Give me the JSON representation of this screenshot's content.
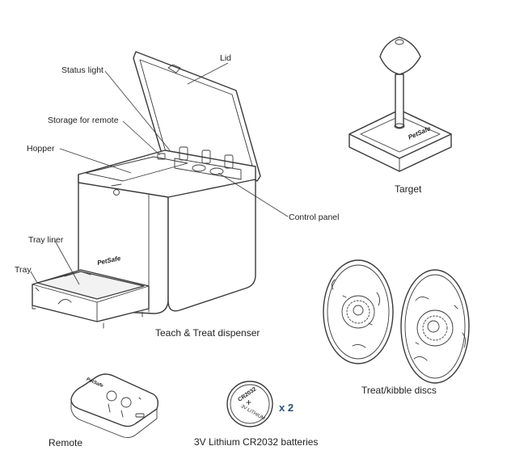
{
  "labels": {
    "lid": "Lid",
    "status_light": "Status light",
    "storage_for_remote": "Storage for remote",
    "hopper": "Hopper",
    "control_panel": "Control panel",
    "tray_liner": "Tray liner",
    "tray": "Tray"
  },
  "captions": {
    "target": "Target",
    "dispenser": "Teach & Treat dispenser",
    "discs": "Treat/kibble discs",
    "remote": "Remote",
    "batteries": "3V Lithium CR2032 batteries"
  },
  "battery": {
    "model": "CR2032",
    "type": "3V LITHIUM",
    "plus": "+",
    "quantity": "x 2"
  },
  "brand": {
    "dispenser": "PetSafe",
    "target": "PetSafe",
    "remote": "PetSafe"
  },
  "colors": {
    "line": "#3a3a3a",
    "quantity_text": "#2f4f72"
  }
}
